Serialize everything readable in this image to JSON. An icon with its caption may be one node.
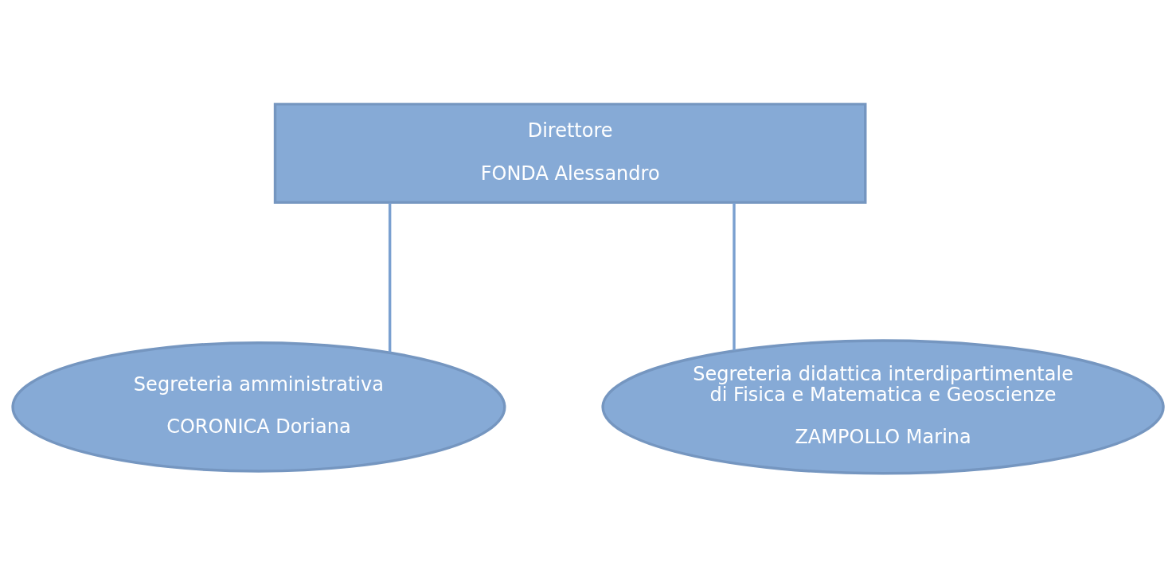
{
  "diagram": {
    "nodes": [
      {
        "text": [
          "Direttore",
          "FONDA Alessandro"
        ]
      },
      {
        "text": [
          "Segreteria amministrativa",
          "CORONICA Doriana"
        ]
      },
      {
        "text": [
          "Segreteria didattica interdipartimentale di Fisica e Matematica e Geoscienze",
          "ZAMPOLLO Marina"
        ]
      }
    ],
    "edges": [
      {
        "from": 0,
        "to": 1,
        "arrow": "none"
      },
      {
        "from": 0,
        "to": 2,
        "arrow": "none"
      }
    ]
  }
}
